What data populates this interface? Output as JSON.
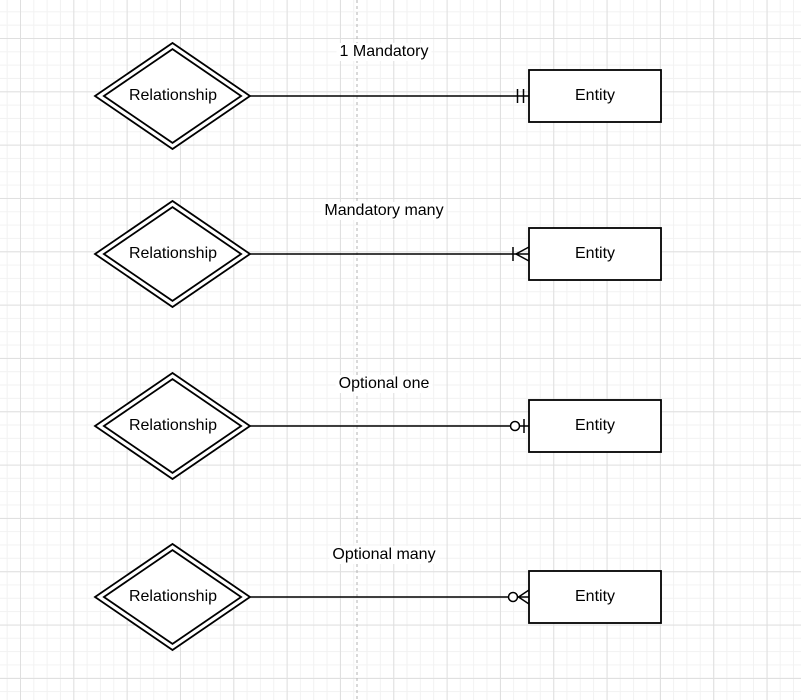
{
  "colors": {
    "bg": "#ffffff",
    "grid_minor": "#f2f2f2",
    "grid_major": "#dfdfdf",
    "divider": "#b3b3b3",
    "stroke": "#000000",
    "fill": "#ffffff",
    "text": "#000000"
  },
  "rows": [
    {
      "edge_label": "1 Mandatory",
      "relationship_label": "Relationship",
      "entity_label": "Entity",
      "notation": "mandatory-one"
    },
    {
      "edge_label": "Mandatory many",
      "relationship_label": "Relationship",
      "entity_label": "Entity",
      "notation": "mandatory-many"
    },
    {
      "edge_label": "Optional one",
      "relationship_label": "Relationship",
      "entity_label": "Entity",
      "notation": "optional-one"
    },
    {
      "edge_label": "Optional many",
      "relationship_label": "Relationship",
      "entity_label": "Entity",
      "notation": "optional-many"
    }
  ]
}
